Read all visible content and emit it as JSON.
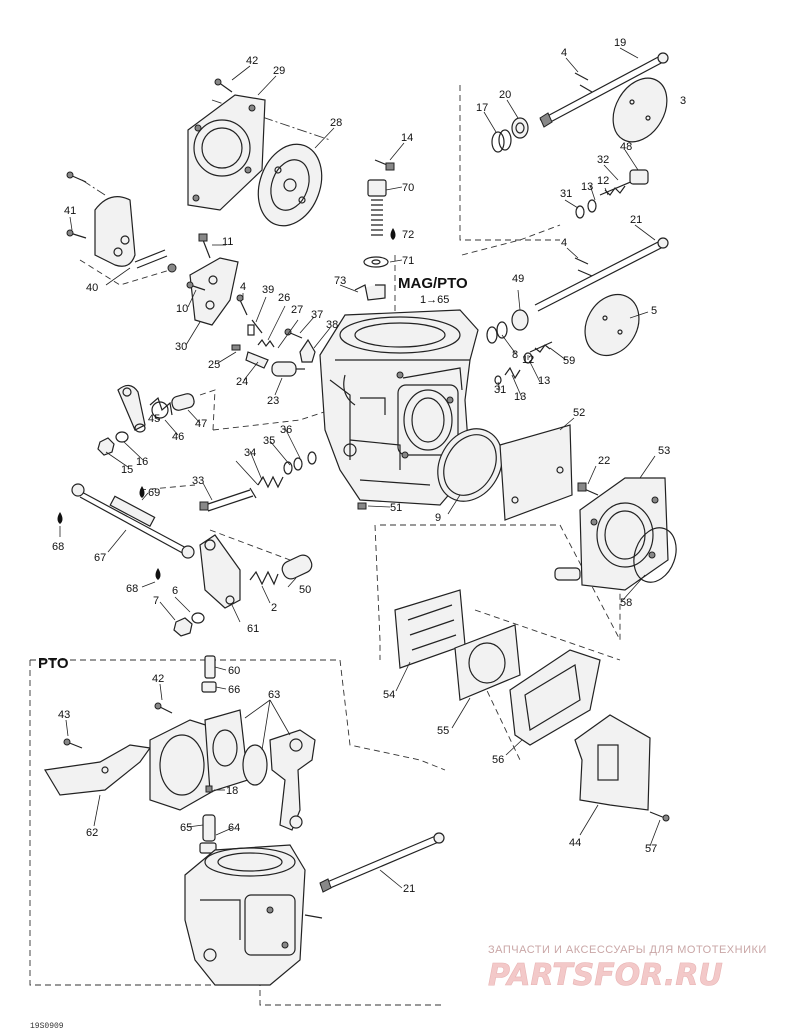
{
  "diagram": {
    "section_main": "MAG/PTO",
    "section_main_range": "1→65",
    "section_pto": "PTO",
    "figure_code": "19S0909",
    "watermark_top": "ЗАПЧАСТИ И АКСЕССУАРЫ ДЛЯ МОТОТЕХНИКИ",
    "watermark_brand": "PARTSFOR.RU",
    "callouts": [
      "42",
      "29",
      "28",
      "14",
      "70",
      "72",
      "71",
      "73",
      "41",
      "11",
      "40",
      "10",
      "30",
      "4",
      "39",
      "26",
      "27",
      "37",
      "38",
      "25",
      "24",
      "23",
      "45",
      "46",
      "47",
      "15",
      "16",
      "36",
      "35",
      "34",
      "33",
      "51",
      "69",
      "68",
      "67",
      "68",
      "6",
      "7",
      "2",
      "50",
      "61",
      "4",
      "19",
      "3",
      "17",
      "20",
      "32",
      "48",
      "31",
      "13",
      "12",
      "21",
      "4",
      "49",
      "5",
      "8",
      "12",
      "59",
      "31",
      "13",
      "13",
      "52",
      "22",
      "53",
      "9",
      "58",
      "54",
      "55",
      "56",
      "44",
      "57",
      "60",
      "66",
      "42",
      "63",
      "43",
      "18",
      "62",
      "65",
      "64",
      "21"
    ]
  }
}
